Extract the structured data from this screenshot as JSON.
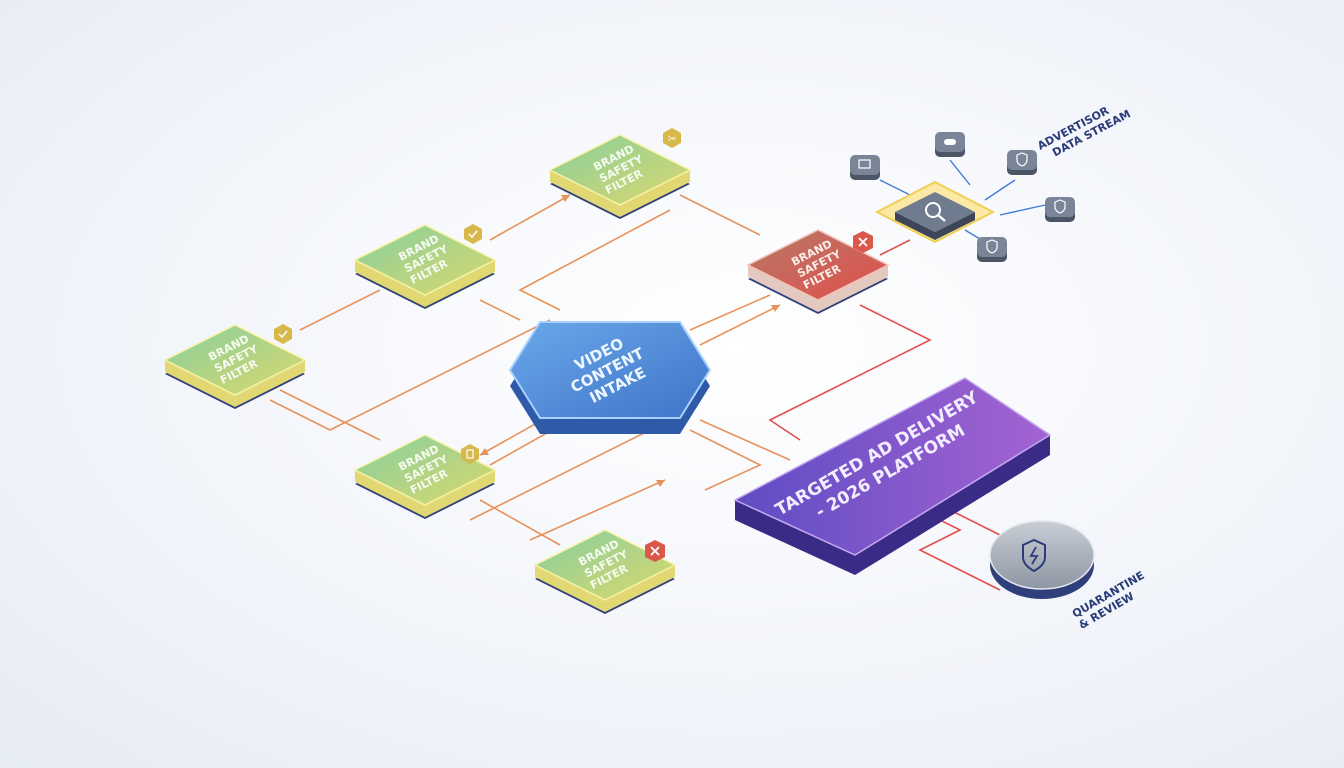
{
  "diagram": {
    "center_node": {
      "label_lines": [
        "VIDEO",
        "CONTENT",
        "INTAKE"
      ]
    },
    "filter_label_lines": [
      "BRAND",
      "SAFETY",
      "FILTER"
    ],
    "filters": [
      {
        "id": "filter-left",
        "status": "pass",
        "badge_icon": "shield-check-icon"
      },
      {
        "id": "filter-upper-left",
        "status": "pass",
        "badge_icon": "shield-check-icon"
      },
      {
        "id": "filter-top",
        "status": "pass",
        "badge_icon": "scissors-icon"
      },
      {
        "id": "filter-lower-left",
        "status": "pass",
        "badge_icon": "document-icon"
      },
      {
        "id": "filter-bottom",
        "status": "blocked",
        "badge_icon": "x-icon"
      },
      {
        "id": "filter-right",
        "status": "blocked",
        "badge_icon": "x-icon"
      }
    ],
    "delivery_platform": {
      "label_lines": [
        "TARGETED AD DELIVERY",
        "- 2026 PLATFORM"
      ]
    },
    "quarantine": {
      "label_lines": [
        "QUARANTINE",
        "& REVIEW"
      ],
      "icon": "broken-shield-icon"
    },
    "advertisor_stream": {
      "label_lines": [
        "ADVERTISOR",
        "DATA STREAM"
      ],
      "hub_icon": "magnifier-icon",
      "satellites": [
        "image-icon",
        "toggle-icon",
        "shield-check-icon",
        "shield-check-icon",
        "shield-check-icon"
      ]
    },
    "colors": {
      "filter_gradient": [
        "#7cc7a0",
        "#d9d66a"
      ],
      "blocked_gradient": [
        "#b86a62",
        "#e05a55"
      ],
      "center": "#4a86d4",
      "platform": [
        "#6a4fc8",
        "#9a5fd0"
      ],
      "connector_orange": "#e8915a",
      "connector_red": "#e0504a",
      "connector_blue": "#3d7bd8"
    }
  }
}
